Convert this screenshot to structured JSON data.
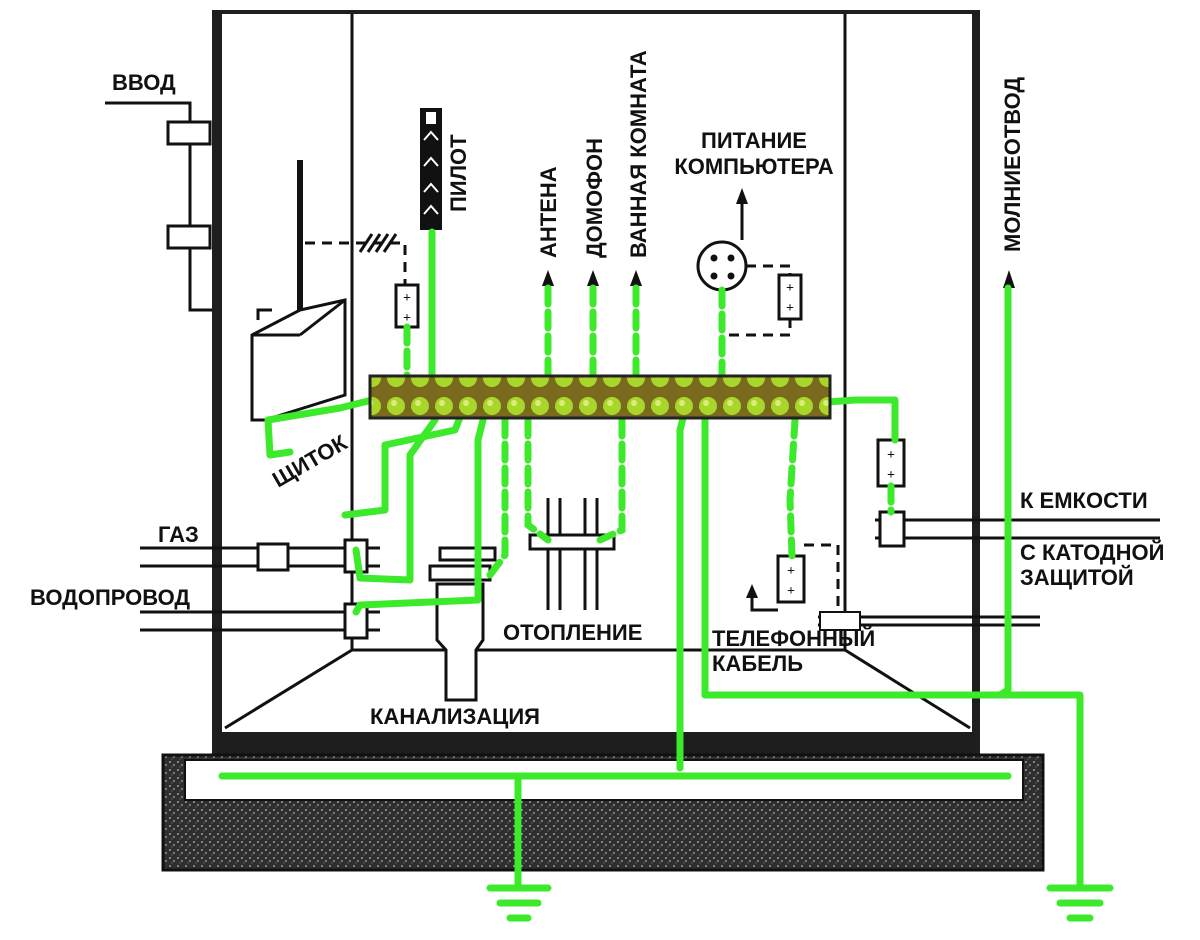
{
  "labels": {
    "vvod": "ВВОД",
    "pilot": "ПИЛОТ",
    "antenna": "АНТЕНА",
    "domofon": "ДОМОФОН",
    "bathroom": "ВАННАЯ КОМНАТА",
    "pc_power_line1": "ПИТАНИЕ",
    "pc_power_line2": "КОМПЬЮТЕРА",
    "lightning_rod": "МОЛНИЕОТВОД",
    "panel": "ЩИТОК",
    "gas": "ГАЗ",
    "water": "ВОДОПРОВОД",
    "heating": "ОТОПЛЕНИЕ",
    "sewer": "КАНАЛИЗАЦИЯ",
    "phone_cable_line1": "ТЕЛЕФОННЫЙ",
    "phone_cable_line2": "КАБЕЛЬ",
    "tank_line1": "К ЕМКОСТИ",
    "tank_line2": "С КАТОДНОЙ",
    "tank_line3": "ЗАЩИТОЙ"
  },
  "colors": {
    "ground_wire": "#3dea2b",
    "bus_bar": "#8a7a2a",
    "foundation": "#3a3a3a",
    "line": "#111111"
  }
}
